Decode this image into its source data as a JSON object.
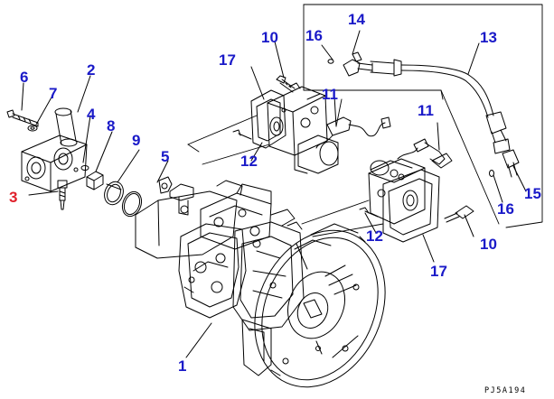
{
  "diagram": {
    "drawing_code": "PJ5A194",
    "callouts": [
      {
        "id": "c1",
        "text": "1"
      },
      {
        "id": "c2",
        "text": "2"
      },
      {
        "id": "c3",
        "text": "3"
      },
      {
        "id": "c4",
        "text": "4"
      },
      {
        "id": "c5",
        "text": "5"
      },
      {
        "id": "c6",
        "text": "6"
      },
      {
        "id": "c7",
        "text": "7"
      },
      {
        "id": "c8",
        "text": "8"
      },
      {
        "id": "c9",
        "text": "9"
      },
      {
        "id": "c10a",
        "text": "10"
      },
      {
        "id": "c10b",
        "text": "10"
      },
      {
        "id": "c11a",
        "text": "11"
      },
      {
        "id": "c11b",
        "text": "11"
      },
      {
        "id": "c12a",
        "text": "12"
      },
      {
        "id": "c12b",
        "text": "12"
      },
      {
        "id": "c13",
        "text": "13"
      },
      {
        "id": "c14",
        "text": "14"
      },
      {
        "id": "c15",
        "text": "15"
      },
      {
        "id": "c16a",
        "text": "16"
      },
      {
        "id": "c16b",
        "text": "16"
      },
      {
        "id": "c17a",
        "text": "17"
      },
      {
        "id": "c17b",
        "text": "17"
      }
    ],
    "colors": {
      "callout": "#1a1ac8",
      "highlight_callout": "#e0202a",
      "linework": "#000000"
    }
  }
}
